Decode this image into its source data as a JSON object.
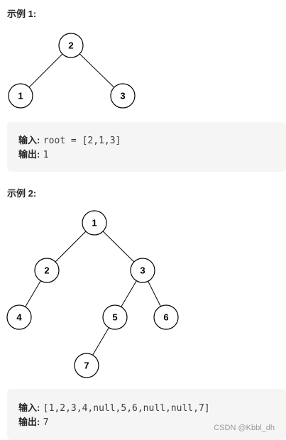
{
  "example1": {
    "heading": "示例 1:",
    "nodes": [
      "2",
      "1",
      "3"
    ],
    "input_label": "输入:",
    "input_value": "root = [2,1,3]",
    "output_label": "输出:",
    "output_value": "1"
  },
  "example2": {
    "heading": "示例 2:",
    "nodes": [
      "1",
      "2",
      "3",
      "4",
      "5",
      "6",
      "7"
    ],
    "input_label": "输入:",
    "input_value": "[1,2,3,4,null,5,6,null,null,7]",
    "output_label": "输出:",
    "output_value": "7"
  },
  "watermark": "CSDN @Kbbl_dh"
}
